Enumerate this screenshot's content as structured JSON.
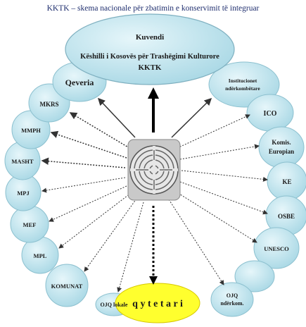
{
  "title": "KKTK – skema nacionale për zbatimin e konservimit të integruar",
  "top_node": {
    "line1": "Kuvendi",
    "line2": "Këshilli i Kosovës për Trashëgimi Kulturore",
    "line3": "KKTK"
  },
  "left_nodes": {
    "qeveria": "Qeveria",
    "mkrs": "MKRS",
    "mmph": "MMPH",
    "masht": "MASHT",
    "mpj": "MPJ",
    "mef": "MEF",
    "mpl": "MPL",
    "komunat": "KOMUNAT",
    "ojq_lokale": "OJQ lokale"
  },
  "right_nodes": {
    "institucionet_1": "Institucionet",
    "institucionet_2": "ndërkombëtare",
    "ico": "ICO",
    "komis_1": "Komis.",
    "komis_2": "Europian",
    "ke": "KE",
    "osbe": "OSBE",
    "unesco": "UNESCO",
    "ojq_nderkom_1": "OJQ",
    "ojq_nderkom_2": "ndërkom."
  },
  "bottom_node": "q y t e t a r i",
  "colors": {
    "bubble_fill": "#bfe3ec",
    "bubble_stroke": "#7fb8c8",
    "citizen_fill": "#ffff33",
    "title_color": "#1f2e6e"
  }
}
